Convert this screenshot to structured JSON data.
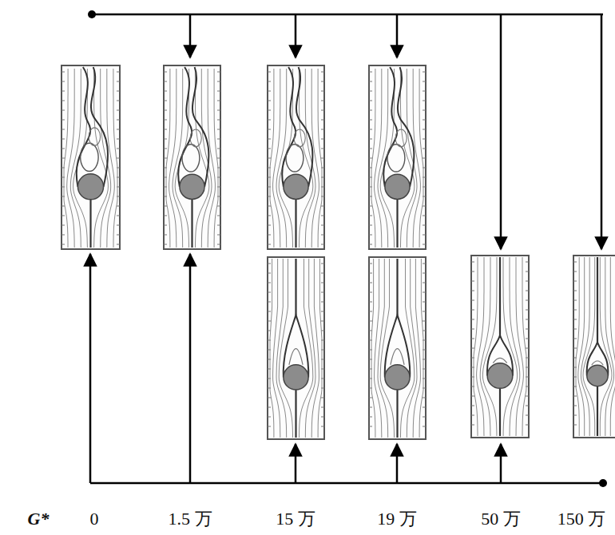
{
  "diagram": {
    "labels": [
      "G*",
      "0",
      "1.5 万",
      "15 万",
      "19 万",
      "50 万",
      "150 万"
    ]
  }
}
